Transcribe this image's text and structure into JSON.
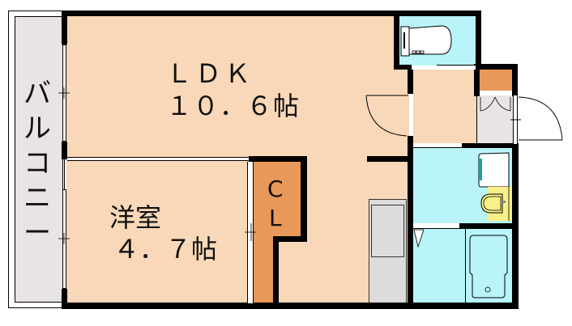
{
  "floorplan": {
    "rooms": {
      "balcony": {
        "label": "バルコニー",
        "chars": [
          "バ",
          "ル",
          "コ",
          "ニ",
          "ー"
        ]
      },
      "ldk": {
        "name": "ＬＤＫ",
        "size": "１０．６帖"
      },
      "western_room": {
        "name": "洋室",
        "size": "４．７帖"
      },
      "closet": {
        "chars": [
          "C",
          "L"
        ]
      },
      "toilet": {
        "label": ""
      },
      "washroom": {
        "label": ""
      },
      "bathroom": {
        "label": ""
      },
      "entrance": {
        "label": ""
      },
      "shoe_box": {
        "label": ""
      },
      "kitchen": {
        "label": ""
      }
    },
    "colors": {
      "floor": "#f8d8b8",
      "wet_area": "#b8f4f8",
      "closet": "#e89858",
      "entrance": "#e8e4e4",
      "balcony": "#e8e4e4",
      "kitchen_counter": "#dcdcdc",
      "sink_cabinet": "#f8f088",
      "wall": "#000000"
    }
  }
}
